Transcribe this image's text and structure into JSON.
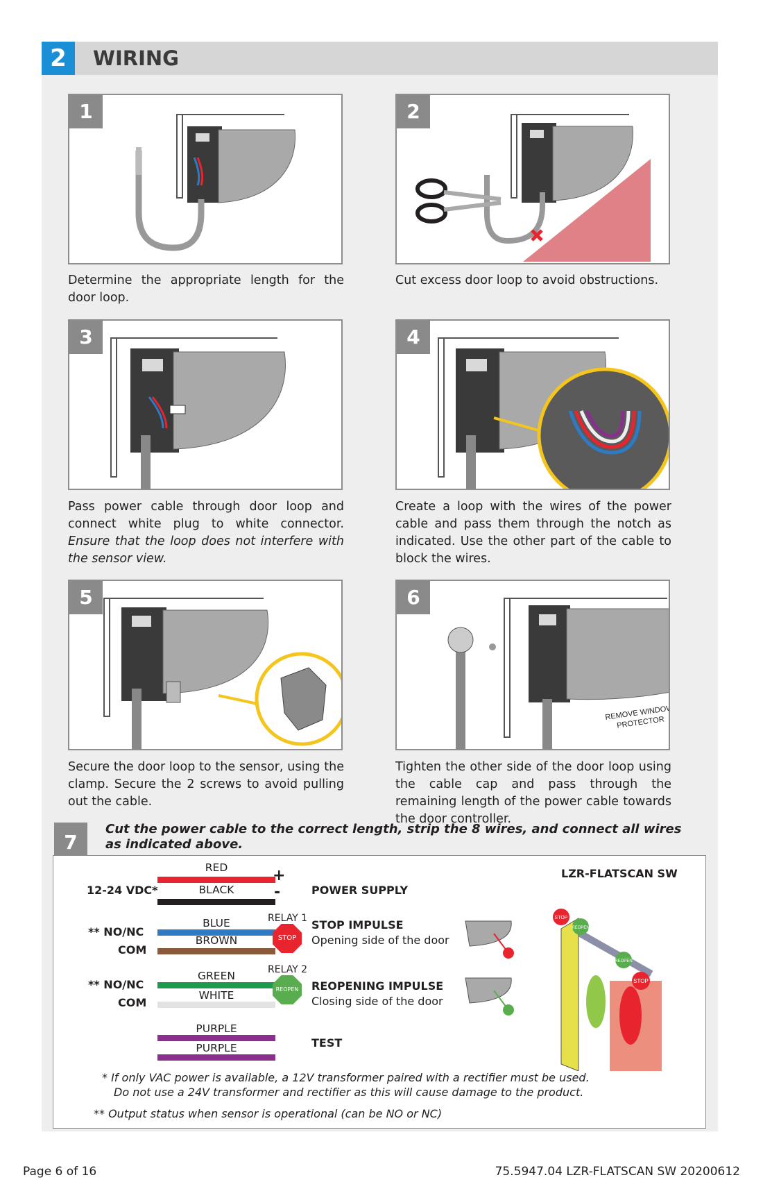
{
  "section": {
    "number": "2",
    "title": "WIRING"
  },
  "steps": [
    {
      "number": "1",
      "text": "Determine the appropriate length for the door loop."
    },
    {
      "number": "2",
      "text": "Cut excess door loop to avoid obstructions."
    },
    {
      "number": "3",
      "text": "Pass power cable through door loop and connect white plug to white connector.",
      "italic": "Ensure that the loop does not interfere with the sensor view."
    },
    {
      "number": "4",
      "text": "Create a loop with the wires of the power cable and pass them through the notch as indicated. Use the other part of the cable to block the wires."
    },
    {
      "number": "5",
      "text": "Secure the door loop to the sensor, using the clamp. Secure the 2 screws to avoid pulling out the cable."
    },
    {
      "number": "6",
      "text": "Tighten the other side of the door loop using the cable cap and pass through the remaining length of the power cable towards the door controller.",
      "illustration_label": "REMOVE WINDOW PROTECTOR"
    }
  ],
  "step7": {
    "number": "7",
    "title": "Cut the power cable to the correct length, strip the 8 wires, and connect all wires as indicated above.",
    "product": "LZR-FLATSCAN SW",
    "power": {
      "label": "12-24 VDC*",
      "plus": "+",
      "minus": "-",
      "function": "POWER SUPPLY"
    },
    "relay1": {
      "left_top": "**  NO/NC",
      "left_bottom": "COM",
      "relay": "RELAY 1",
      "sign": "STOP",
      "function": "STOP IMPULSE",
      "description": "Opening side of the door"
    },
    "relay2": {
      "left_top": "**  NO/NC",
      "left_bottom": "COM",
      "relay": "RELAY 2",
      "sign": "REOPEN",
      "function": "REOPENING IMPULSE",
      "description": "Closing side of the door"
    },
    "test": {
      "function": "TEST"
    },
    "wires": [
      {
        "name": "RED",
        "color": "#e8252f"
      },
      {
        "name": "BLACK",
        "color": "#231f20"
      },
      {
        "name": "BLUE",
        "color": "#2e7bc4"
      },
      {
        "name": "BROWN",
        "color": "#8b5a3c"
      },
      {
        "name": "GREEN",
        "color": "#1e9a4c"
      },
      {
        "name": "WHITE",
        "color": "#e3e3e3"
      },
      {
        "name": "PURPLE",
        "color": "#8b2f8f"
      },
      {
        "name": "PURPLE",
        "color": "#8b2f8f"
      }
    ],
    "illustration_signs": {
      "stop": "STOP",
      "reopen": "REOPEN"
    },
    "note1_line1": "*  If only VAC power is available, a 12V transformer paired with a rectifier must be used.",
    "note1_line2": "Do not use a 24V transformer and rectifier as this will cause damage to the product.",
    "note2": "** Output status when sensor is operational (can be NO or NC)"
  },
  "footer": {
    "page": "Page 6 of 16",
    "doc": "75.5947.04 LZR-FLATSCAN SW 20200612"
  }
}
